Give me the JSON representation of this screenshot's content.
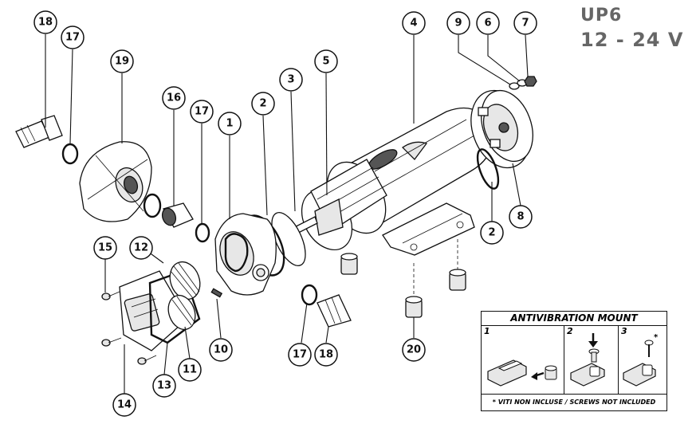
{
  "title": {
    "model": "UP6",
    "voltage": "12 - 24 V"
  },
  "callouts": {
    "c18_top": "18",
    "c17_top": "17",
    "c19": "19",
    "c16": "16",
    "c17_mid": "17",
    "c1": "1",
    "c2_top": "2",
    "c3": "3",
    "c5": "5",
    "c4": "4",
    "c9": "9",
    "c6": "6",
    "c7": "7",
    "c8": "8",
    "c2_right": "2",
    "c15": "15",
    "c12": "12",
    "c10": "10",
    "c11": "11",
    "c13": "13",
    "c14": "14",
    "c17_bottom": "17",
    "c18_bottom": "18",
    "c20": "20"
  },
  "antivibration": {
    "title": "ANTIVIBRATION MOUNT",
    "steps": [
      "1",
      "2",
      "3"
    ],
    "asterisk": "*",
    "footer": "* VITI NON INCLUSE / SCREWS NOT INCLUDED"
  }
}
